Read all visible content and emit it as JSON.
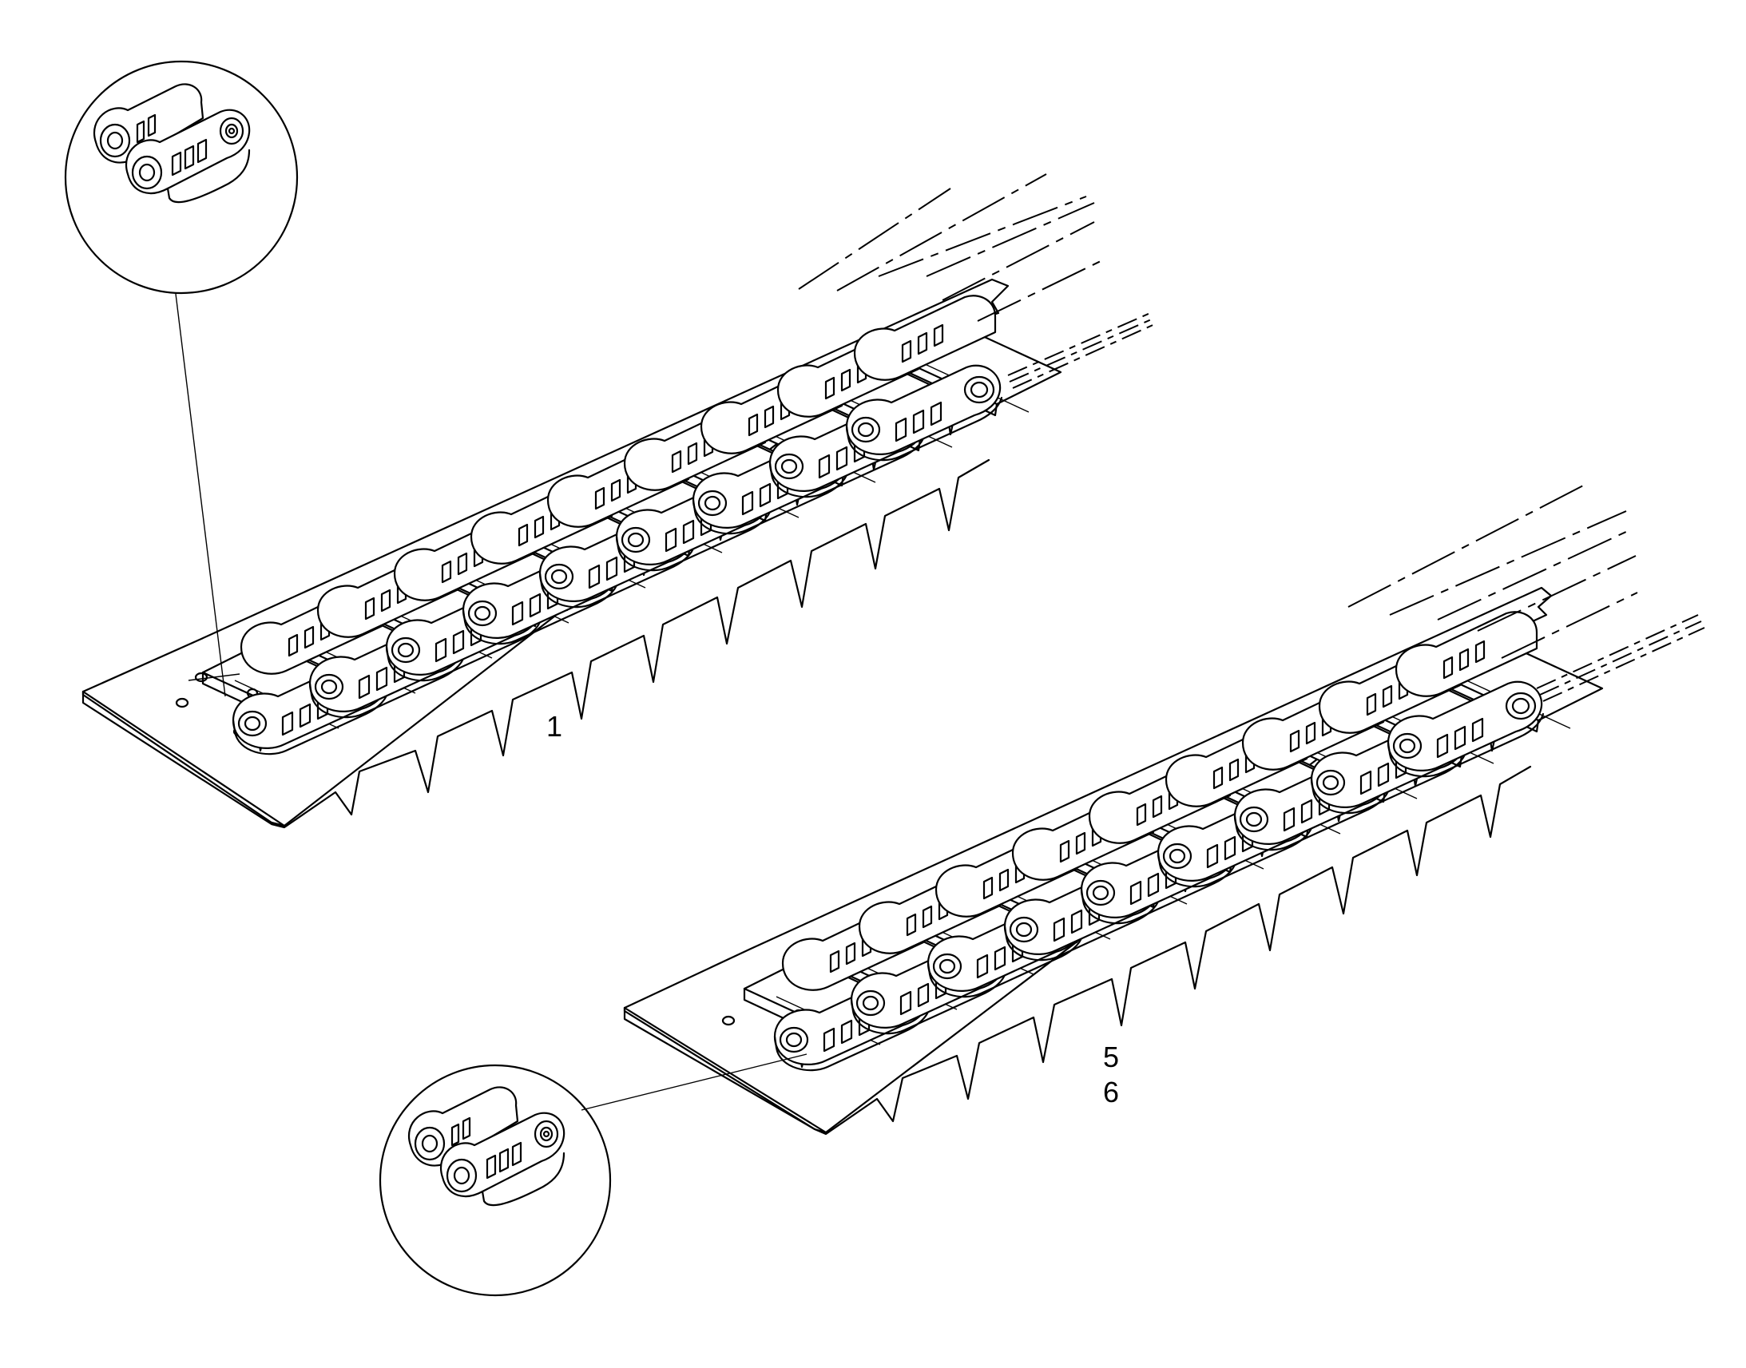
{
  "callouts": {
    "upper_track": "1",
    "lower_track_a": "5",
    "lower_track_b": "6"
  },
  "icons": {
    "detail_upper": "master-link-detail-icon",
    "detail_lower": "master-link-detail-icon",
    "track_upper": "track-chain-assembly-icon",
    "track_lower": "track-chain-assembly-icon"
  },
  "colors": {
    "line": "#000000",
    "background": "#ffffff"
  }
}
